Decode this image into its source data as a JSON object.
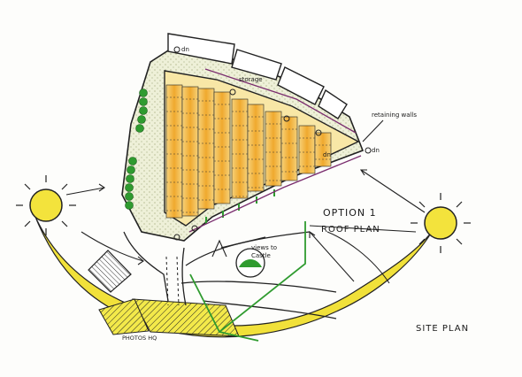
{
  "sketch": {
    "option_title": "OPTION 1",
    "option_subtitle": "ROOF PLAN",
    "site_plan_label": "SITE PLAN",
    "photos_label": "PHOTOS HQ",
    "views_label_line1": "views to",
    "views_label_line2": "Castle",
    "retaining_walls_label": "retaining walls",
    "small_label_top": "storage",
    "marker_labels": [
      "dn",
      "dn",
      "dn"
    ]
  },
  "colors": {
    "sun": "#f3e33c",
    "sun_arc": "#f1e13a",
    "roof_orange": "#f2b13c",
    "roof_light": "#f8e7a6",
    "hatch_yellow": "#ede240",
    "green_trees": "#2f9b2f",
    "ink": "#1b1b1b",
    "stone": "#cfcfa8",
    "purple_line": "#7a2d6e"
  }
}
